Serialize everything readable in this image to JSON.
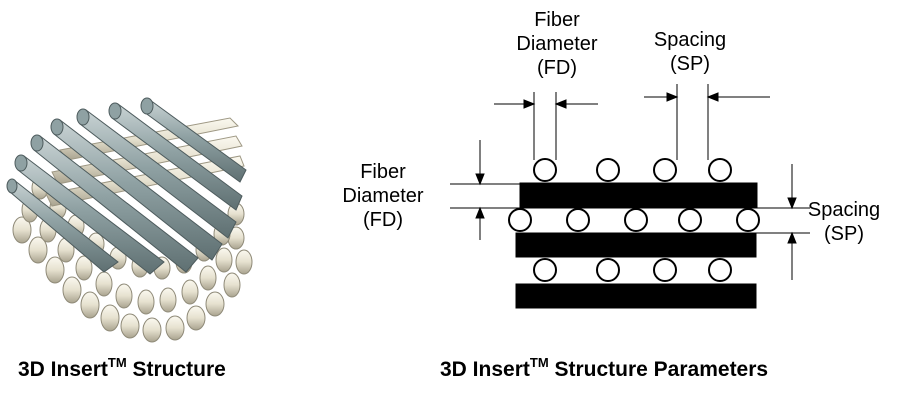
{
  "left_panel": {
    "caption_prefix": "3D Insert",
    "caption_sup": "TM",
    "caption_suffix": " Structure"
  },
  "right_panel": {
    "caption_prefix": "3D Insert",
    "caption_sup": "TM",
    "caption_suffix": " Structure Parameters",
    "labels": {
      "top_fd": [
        "Fiber",
        "Diameter",
        "(FD)"
      ],
      "top_sp": [
        "Spacing",
        "(SP)"
      ],
      "left_fd": [
        "Fiber",
        "Diameter",
        "(FD)"
      ],
      "right_sp": [
        "Spacing",
        "(SP)"
      ]
    }
  },
  "colors": {
    "fiber_top": "#8fa1a3",
    "fiber_bottom": "#ece8d8",
    "ink": "#000000",
    "background": "#ffffff"
  }
}
